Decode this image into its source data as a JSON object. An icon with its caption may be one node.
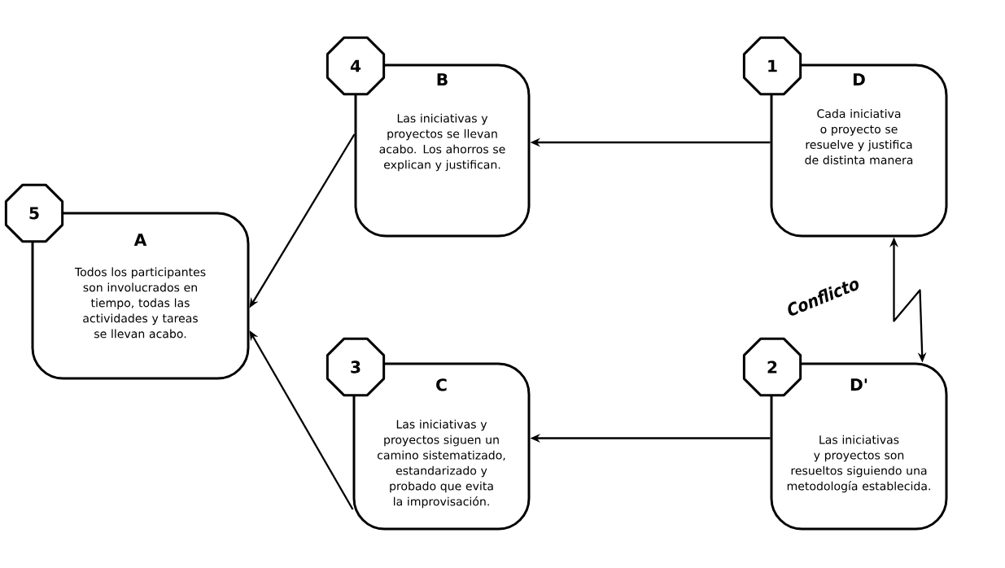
{
  "diagram": {
    "nodes": [
      {
        "text": [
          "4"
        ]
      },
      {
        "text": [
          "B",
          "Las iniciativas y proyectos se llevan acabo. Los ahorros se explican y justifican."
        ]
      },
      {
        "text": [
          "1"
        ]
      },
      {
        "text": [
          "D",
          "Cada iniciativa o proyecto se resuelve y justifica de distinta manera"
        ]
      },
      {
        "text": [
          "5"
        ]
      },
      {
        "text": [
          "A",
          "Todos los participantes son involucrados en tiempo, todas las actividades y tareas se llevan acabo."
        ]
      },
      {
        "text": [
          "3"
        ]
      },
      {
        "text": [
          "C",
          "Las iniciativas y proyectos siguen un camino sistematizado, estandarizado y probado que evita la improvisación."
        ]
      },
      {
        "text": [
          "2"
        ]
      },
      {
        "text": [
          "D'",
          "Las iniciativas y proyectos son resueltos siguiendo una metodología establecida."
        ]
      }
    ],
    "edges": [
      {
        "from": 3,
        "to": 1,
        "arrow": "to"
      },
      {
        "from": 1,
        "to": 5,
        "arrow": "to"
      },
      {
        "from": 7,
        "to": 5,
        "arrow": "to"
      },
      {
        "from": 9,
        "to": 7,
        "arrow": "to"
      },
      {
        "from": 3,
        "to": 9,
        "arrow": "both",
        "label": "Conflicto"
      }
    ]
  }
}
